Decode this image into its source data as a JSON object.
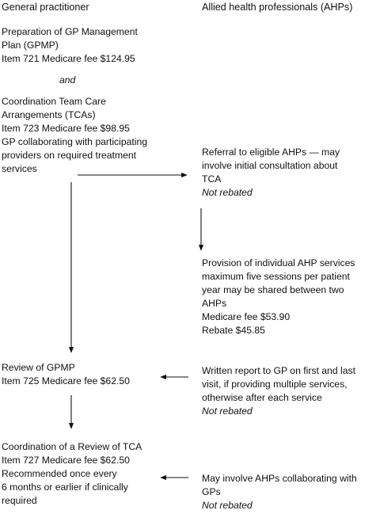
{
  "headers": {
    "left": "General practitioner",
    "right": "Allied health professionals (AHPs)"
  },
  "gp_blocks": {
    "gpmp": [
      "Preparation of GP Management",
      "Plan (GPMP)",
      "Item 721 Medicare fee $124.95"
    ],
    "and": "and",
    "tca": [
      "Coordination Team Care",
      "Arrangements (TCAs)",
      "Item 723 Medicare fee $98.95",
      "GP collaborating with participating",
      "providers on required treatment",
      "services"
    ],
    "review_gpmp": [
      "Review of GPMP",
      "Item 725 Medicare fee $62.50"
    ],
    "review_tca": [
      "Coordination of a Review of TCA",
      "Item 727 Medicare fee $62.50",
      "Recommended once every",
      "6 months or earlier if clinically",
      "required"
    ]
  },
  "ahp_blocks": {
    "referral": [
      "Referral to eligible AHPs — may",
      "involve initial consultation about",
      "TCA"
    ],
    "referral_note": "Not rebated",
    "services": [
      "Provision of individual AHP services",
      "maximum five sessions per patient",
      "year may be shared between two",
      "AHPs",
      "Medicare fee $53.90",
      "Rebate $45.85"
    ],
    "report": [
      "Written report to GP on first and last",
      "visit, if providing multiple services,",
      "otherwise after each service"
    ],
    "report_note": "Not rebated",
    "collab": [
      "May involve AHPs collaborating with",
      "GPs"
    ],
    "collab_note": "Not rebated"
  }
}
